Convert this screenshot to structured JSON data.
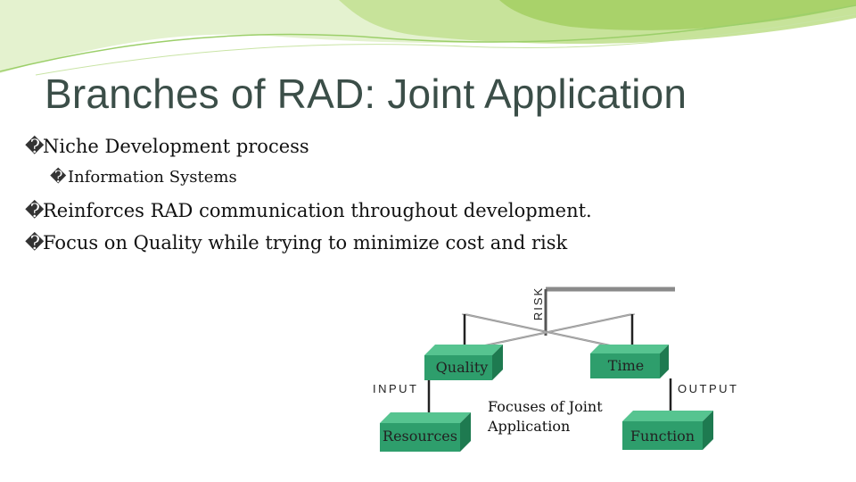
{
  "slide": {
    "title": "Branches of RAD:  Joint Application",
    "bullet_marker": "�",
    "bullets": [
      "Niche Development process",
      "Information Systems",
      "Reinforces RAD communication throughout development.",
      "Focus on Quality while trying to minimize cost and risk"
    ]
  },
  "diagram": {
    "risk_label": "RISK",
    "input_label": "INPUT",
    "output_label": "OUTPUT",
    "boxes": {
      "quality": "Quality",
      "time": "Time",
      "resources": "Resources",
      "function": "Function"
    },
    "caption_line1": "Focuses of Joint",
    "caption_line2": "Application"
  },
  "colors": {
    "title": "#3b4e48",
    "box_front": "#2e9e6c",
    "box_top": "#56c490",
    "box_side": "#1e7a50",
    "swoosh_light": "#d8ecb0",
    "swoosh_mid": "#b5d873"
  }
}
